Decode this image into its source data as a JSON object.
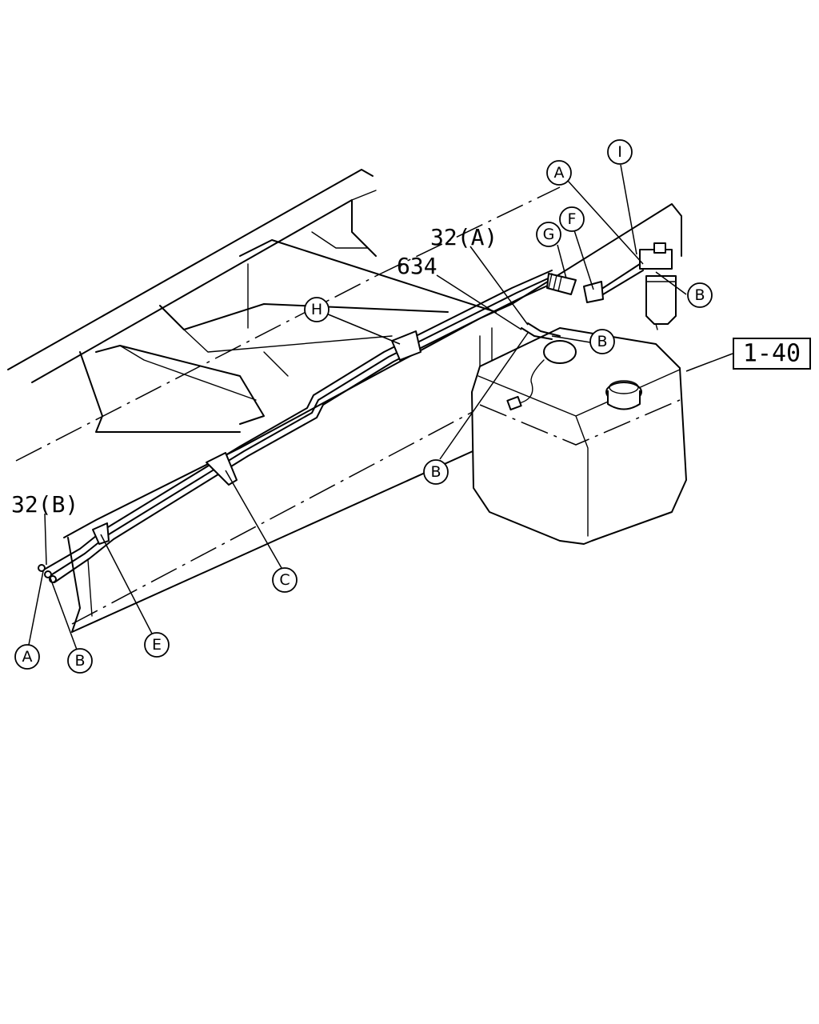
{
  "callouts": {
    "a_top": "A",
    "i_top": "I",
    "g": "G",
    "f": "F",
    "b_filter": "B",
    "h": "H",
    "b_tank_right": "B",
    "b_tank_left": "B",
    "c": "C",
    "e": "E",
    "a_bottom": "A",
    "b_bottom": "B"
  },
  "part_labels": {
    "p32a": "32(A)",
    "p634": "634",
    "p32b": "32(B)"
  },
  "reference_box": "1-40"
}
